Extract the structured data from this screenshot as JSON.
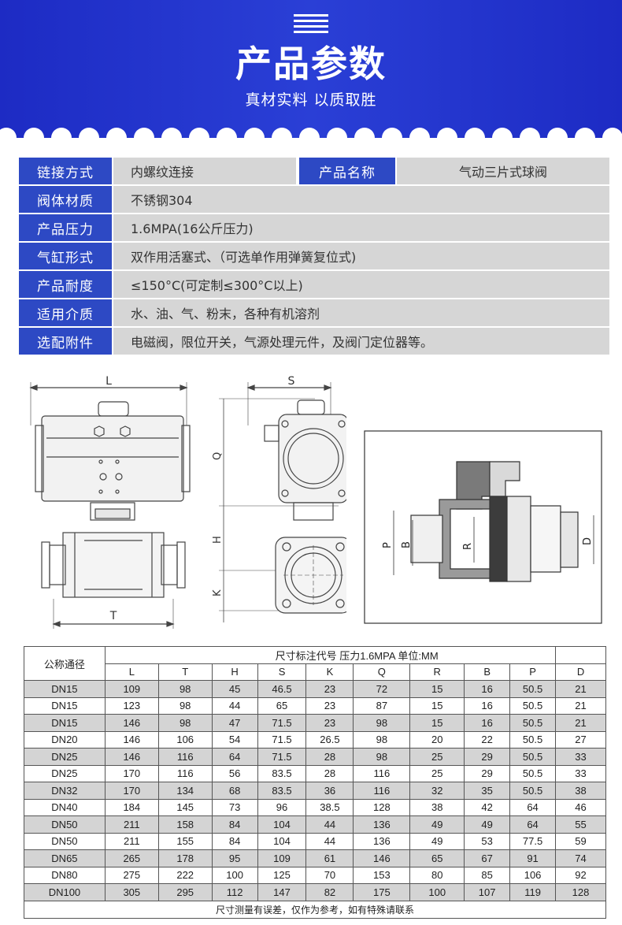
{
  "header": {
    "title": "产品参数",
    "subtitle": "真材实料 以质取胜",
    "colors": {
      "banner": "#2a3fd6",
      "label_bg": "#2d49c4",
      "value_bg": "#d6d6d6"
    }
  },
  "specs": {
    "connection_label": "链接方式",
    "connection_value": "内螺纹连接",
    "product_name_label": "产品名称",
    "product_name_value": "气动三片式球阀",
    "rows": [
      {
        "label": "阀体材质",
        "value": "不锈钢304"
      },
      {
        "label": "产品压力",
        "value": "1.6MPA(16公斤压力)"
      },
      {
        "label": "气缸形式",
        "value": "双作用活塞式、（可选单作用弹簧复位式)"
      },
      {
        "label": "产品耐度",
        "value": "≤150°C(可定制≤300°C以上)"
      },
      {
        "label": "适用介质",
        "value": "水、油、气、粉末，各种有机溶剂"
      },
      {
        "label": "选配附件",
        "value": "电磁阀，限位开关，气源处理元件，及阀门定位器等。"
      }
    ]
  },
  "drawing": {
    "front_labels": {
      "L": "L",
      "T": "T"
    },
    "side_labels": {
      "S": "S",
      "Q": "Q",
      "H": "H",
      "K": "K"
    },
    "section_labels": {
      "P": "P",
      "B": "B",
      "R": "R",
      "D": "D"
    }
  },
  "table": {
    "nominal_header": "公称通径",
    "group_header": "尺寸标注代号 压力1.6MPA  单位:MM",
    "columns": [
      "L",
      "T",
      "H",
      "S",
      "K",
      "Q",
      "R",
      "B",
      "P",
      "D"
    ],
    "rows": [
      [
        "DN15",
        "109",
        "98",
        "45",
        "46.5",
        "23",
        "72",
        "15",
        "16",
        "50.5",
        "21"
      ],
      [
        "DN15",
        "123",
        "98",
        "44",
        "65",
        "23",
        "87",
        "15",
        "16",
        "50.5",
        "21"
      ],
      [
        "DN15",
        "146",
        "98",
        "47",
        "71.5",
        "23",
        "98",
        "15",
        "16",
        "50.5",
        "21"
      ],
      [
        "DN20",
        "146",
        "106",
        "54",
        "71.5",
        "26.5",
        "98",
        "20",
        "22",
        "50.5",
        "27"
      ],
      [
        "DN25",
        "146",
        "116",
        "64",
        "71.5",
        "28",
        "98",
        "25",
        "29",
        "50.5",
        "33"
      ],
      [
        "DN25",
        "170",
        "116",
        "56",
        "83.5",
        "28",
        "116",
        "25",
        "29",
        "50.5",
        "33"
      ],
      [
        "DN32",
        "170",
        "134",
        "68",
        "83.5",
        "36",
        "116",
        "32",
        "35",
        "50.5",
        "38"
      ],
      [
        "DN40",
        "184",
        "145",
        "73",
        "96",
        "38.5",
        "128",
        "38",
        "42",
        "64",
        "46"
      ],
      [
        "DN50",
        "211",
        "158",
        "84",
        "104",
        "44",
        "136",
        "49",
        "49",
        "64",
        "55"
      ],
      [
        "DN50",
        "211",
        "155",
        "84",
        "104",
        "44",
        "136",
        "49",
        "53",
        "77.5",
        "59"
      ],
      [
        "DN65",
        "265",
        "178",
        "95",
        "109",
        "61",
        "146",
        "65",
        "67",
        "91",
        "74"
      ],
      [
        "DN80",
        "275",
        "222",
        "100",
        "125",
        "70",
        "153",
        "80",
        "85",
        "106",
        "92"
      ],
      [
        "DN100",
        "305",
        "295",
        "112",
        "147",
        "82",
        "175",
        "100",
        "107",
        "119",
        "128"
      ]
    ],
    "note": "尺寸测量有误差，仅作为参考，如有特殊请联系"
  }
}
